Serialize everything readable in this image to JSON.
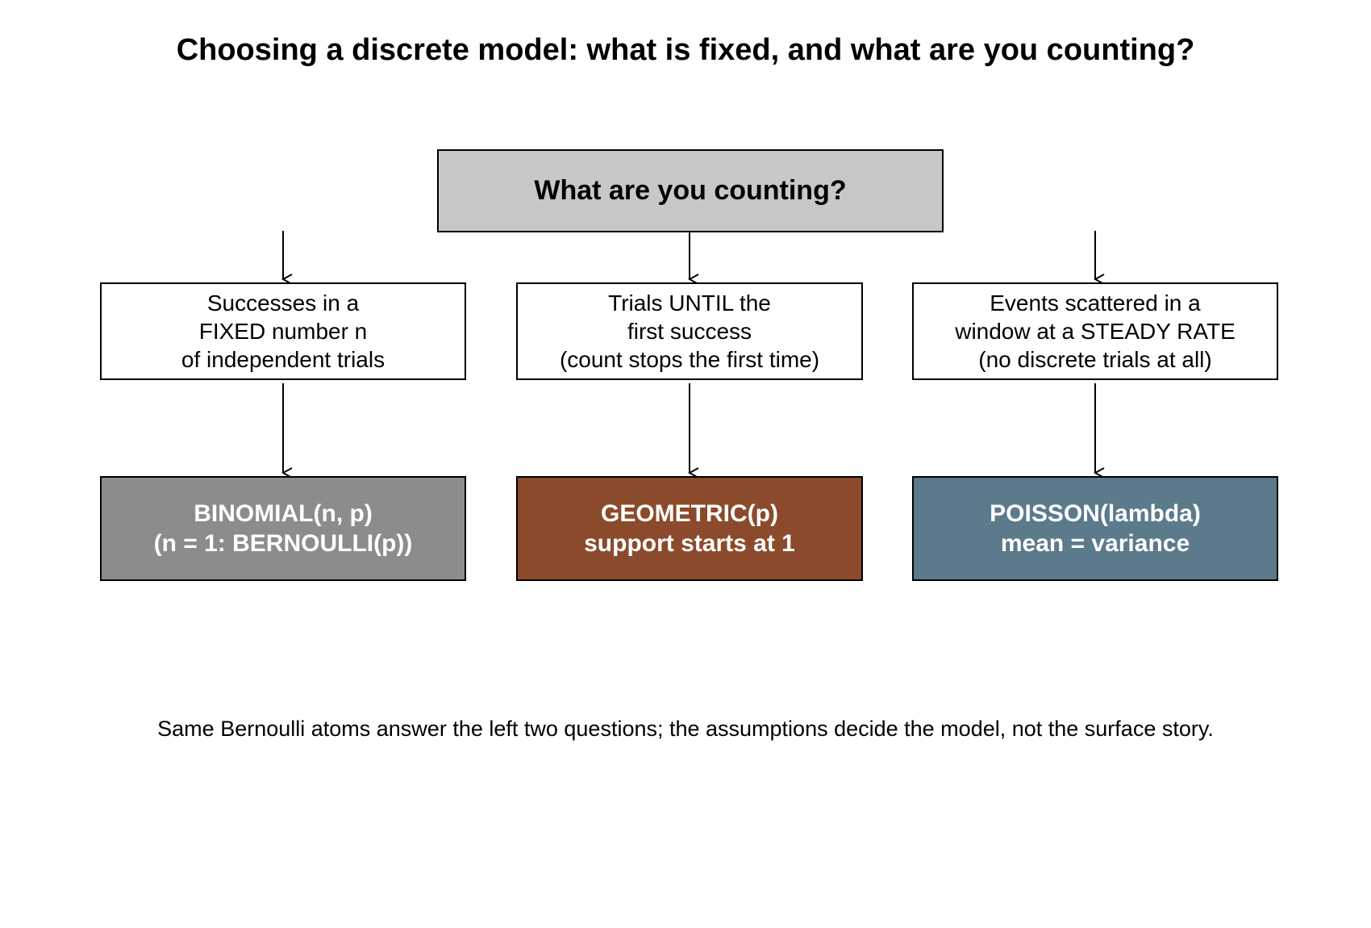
{
  "title": "Choosing a discrete model: what is fixed, and what are you counting?",
  "root_question": "What are you counting?",
  "branches": [
    {
      "question_lines": [
        "Successes in a",
        "FIXED number n",
        "of independent trials"
      ],
      "model_lines": [
        "BINOMIAL(n, p)",
        "(n = 1: BERNOULLI(p))"
      ],
      "model_color": "#8c8c8c"
    },
    {
      "question_lines": [
        "Trials UNTIL the",
        "first success",
        "(count stops the first time)"
      ],
      "model_lines": [
        "GEOMETRIC(p)",
        "support starts at 1"
      ],
      "model_color": "#8b4a2b"
    },
    {
      "question_lines": [
        "Events scattered in a",
        "window at a STEADY RATE",
        "(no discrete trials at all)"
      ],
      "model_lines": [
        "POISSON(lambda)",
        "mean = variance"
      ],
      "model_color": "#5b7a8c"
    }
  ],
  "root_color": "#c8c8c8",
  "caption": "Same Bernoulli atoms answer the left two questions; the assumptions decide the model, not the surface story."
}
